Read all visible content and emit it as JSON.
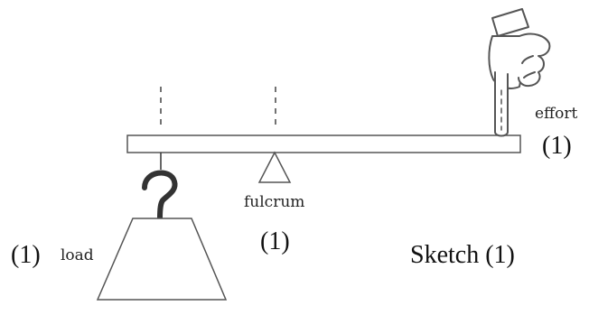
{
  "labels": {
    "effort": "effort",
    "fulcrum": "fulcrum",
    "load": "load",
    "mark_effort": "(1)",
    "mark_fulcrum": "(1)",
    "mark_load": "(1)",
    "sketch": "Sketch (1)"
  },
  "icons": {
    "hand": "pointing-hand-icon",
    "hook": "hook-icon",
    "weight": "trapezoid-weight-icon"
  },
  "colors": {
    "stroke": "#555555",
    "dashed": "#444444"
  }
}
